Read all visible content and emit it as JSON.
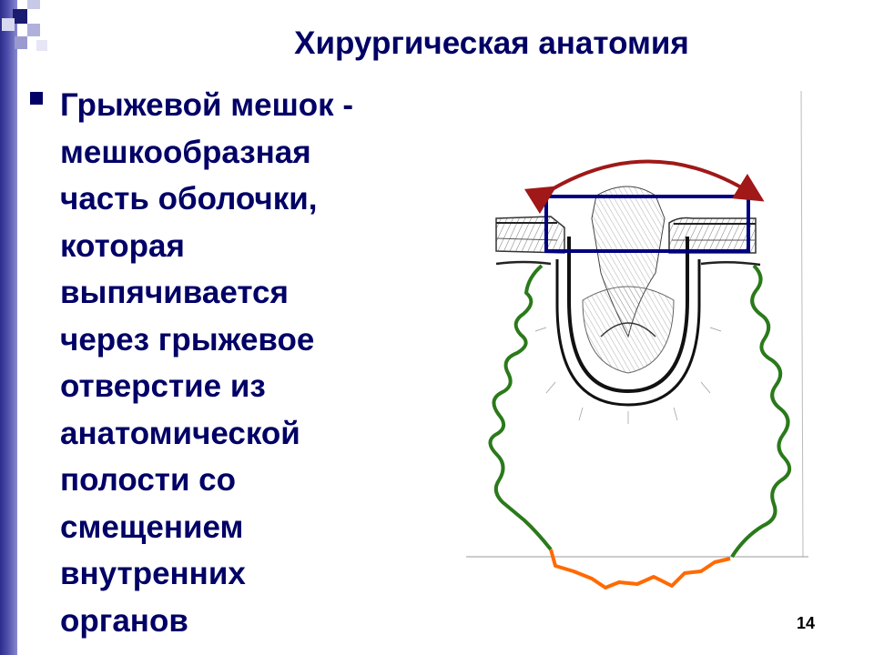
{
  "slide": {
    "title": "Хирургическая анатомия",
    "body_lines": [
      "Грыжевой мешок -",
      "мешкообразная",
      "часть оболочки,",
      "которая",
      "выпячивается",
      "через грыжевое",
      "отверстие из",
      "анатомической",
      "полости со",
      "смещением",
      "внутренних",
      "органов"
    ],
    "page_number": "14"
  },
  "colors": {
    "text": "#000066",
    "accent_bar": "#2c2c8a",
    "arrow": "#a01818",
    "frame": "#000080",
    "outline_green": "#2a7a1a",
    "outline_orange": "#ff6a00"
  },
  "figure": {
    "description_icon": "hernia-sac-diagram"
  }
}
